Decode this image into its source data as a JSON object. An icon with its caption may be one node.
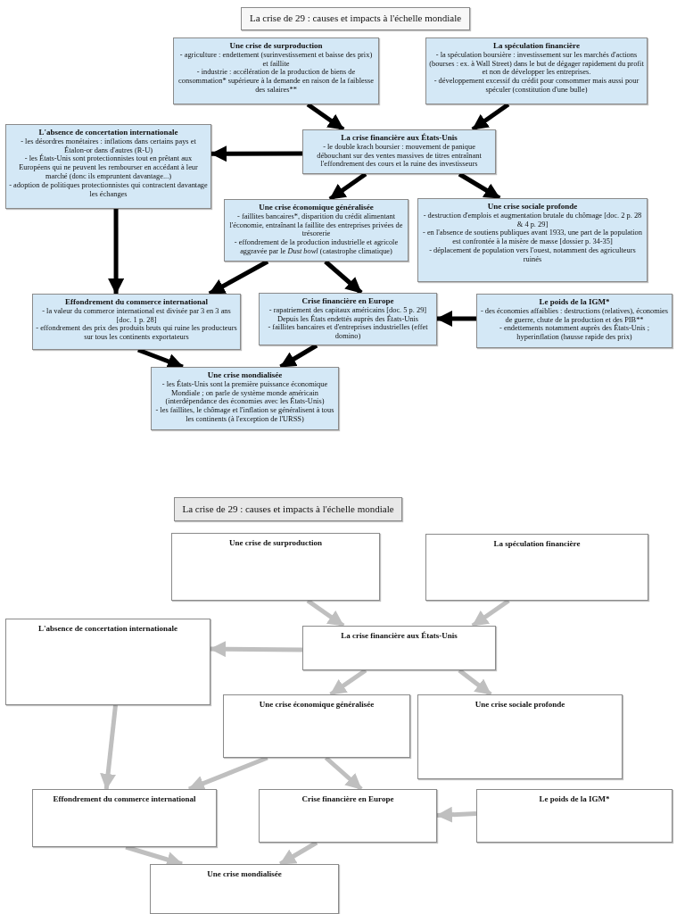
{
  "diagram": {
    "nodes": [
      {
        "text": [
          "La crise de 29 : causes et impacts à l'échelle mondiale"
        ]
      },
      {
        "text": [
          "Une crise de surproduction",
          "- agriculture : endettement (surinvestissement et baisse des prix) et faillite",
          "- industrie : accélération de la production de biens de consommation* supérieure à la demande en raison de la faiblesse des salaires**"
        ]
      },
      {
        "text": [
          "La spéculation financière",
          "- la spéculation boursière : investissement sur les marchés d'actions (bourses : ex. à Wall Street) dans le but de dégager rapidement du profit et non de développer les entreprises.",
          "- développement excessif du crédit pour consommer mais aussi pour spéculer (constitution d'une bulle)"
        ]
      },
      {
        "text": [
          "L'absence de concertation internationale",
          "- les désordres monétaires : inflations dans certains pays et Étalon-or dans d'autres (R-U)",
          "- les États-Unis sont protectionnistes tout en prêtant aux Européens qui ne peuvent les rembourser en accédant à leur marché (donc ils empruntent davantage...)",
          "- adoption de politiques protectionnistes qui contractent davantage les échanges"
        ]
      },
      {
        "text": [
          "La crise financière aux États-Unis",
          "- le double krach boursier : mouvement de panique débouchant sur des ventes massives de titres entraînant l'effondrement des cours et la ruine des investisseurs"
        ]
      },
      {
        "text": [
          "Une crise économique généralisée",
          "- faillites bancaires*, disparition du crédit alimentant l'économie, entraînant la faillite des entreprises privées de trésorerie",
          "- effondrement de la production industrielle et agricole aggravée par le *Dust bowl* (catastrophe climatique)"
        ]
      },
      {
        "text": [
          "Une crise sociale profonde",
          "- destruction d'emplois et augmentation brutale du chômage [doc. 2 p. 28 & 4 p. 29]",
          "- en l'absence de soutiens publiques avant 1933, une part de la population est confrontée à la misère de masse [dossier p. 34-35]",
          "- déplacement de population vers l'ouest, notamment des agriculteurs ruinés"
        ]
      },
      {
        "text": [
          "Effondrement du commerce international",
          "- la valeur du commerce international est divisée par 3 en 3 ans [doc. 1 p. 28]",
          "- effondrement des prix des produits bruts qui ruine les producteurs sur tous les continents exportateurs"
        ]
      },
      {
        "text": [
          "Crise financière en Europe",
          "- rapatriement des capitaux américains [doc. 5 p. 29] Depuis les États endettés auprès des États-Unis",
          "- faillites bancaires et d'entreprises industrielles (effet domino)"
        ]
      },
      {
        "text": [
          "Le poids de la IGM*",
          "- des économies affaiblies : destructions (relatives), économies de guerre, chute de la production et des PIB**",
          "- endettements notamment auprès des États-Unis ; hyperinflation (hausse rapide des prix)"
        ]
      },
      {
        "text": [
          "Une crise mondialisée",
          "- les États-Unis sont la première puissance économique Mondiale ; on parle de système monde américain (interdépendance des économies avec les États-Unis)",
          "- les faillites, le chômage et l'inflation se généralisent à tous les continents (à l'exception de l'URSS)"
        ]
      },
      {
        "text": [
          "La crise de 29 : causes et impacts à l'échelle mondiale"
        ]
      },
      {
        "text": [
          "Une crise de surproduction"
        ]
      },
      {
        "text": [
          "La spéculation financière"
        ]
      },
      {
        "text": [
          "L'absence de concertation internationale"
        ]
      },
      {
        "text": [
          "La crise financière aux États-Unis"
        ]
      },
      {
        "text": [
          "Une crise économique généralisée"
        ]
      },
      {
        "text": [
          "Une crise sociale profonde"
        ]
      },
      {
        "text": [
          "Effondrement du commerce international"
        ]
      },
      {
        "text": [
          "Crise financière en Europe"
        ]
      },
      {
        "text": [
          "Le poids de la IGM*"
        ]
      },
      {
        "text": [
          "Une crise mondialisée"
        ]
      }
    ],
    "edges": [
      {
        "from": 1,
        "to": 4,
        "arrow": "to",
        "color": "#000000"
      },
      {
        "from": 2,
        "to": 4,
        "arrow": "to",
        "color": "#000000"
      },
      {
        "from": 4,
        "to": 3,
        "arrow": "to",
        "color": "#000000"
      },
      {
        "from": 4,
        "to": 5,
        "arrow": "to",
        "color": "#000000"
      },
      {
        "from": 4,
        "to": 6,
        "arrow": "to",
        "color": "#000000"
      },
      {
        "from": 3,
        "to": 7,
        "arrow": "to",
        "color": "#000000"
      },
      {
        "from": 5,
        "to": 7,
        "arrow": "to",
        "color": "#000000"
      },
      {
        "from": 5,
        "to": 8,
        "arrow": "to",
        "color": "#000000"
      },
      {
        "from": 9,
        "to": 8,
        "arrow": "to",
        "color": "#000000"
      },
      {
        "from": 7,
        "to": 10,
        "arrow": "to",
        "color": "#000000"
      },
      {
        "from": 8,
        "to": 10,
        "arrow": "to",
        "color": "#000000"
      },
      {
        "from": 12,
        "to": 15,
        "arrow": "to",
        "color": "#bfbfbf"
      },
      {
        "from": 13,
        "to": 15,
        "arrow": "to",
        "color": "#bfbfbf"
      },
      {
        "from": 15,
        "to": 14,
        "arrow": "to",
        "color": "#bfbfbf"
      },
      {
        "from": 15,
        "to": 16,
        "arrow": "to",
        "color": "#bfbfbf"
      },
      {
        "from": 15,
        "to": 17,
        "arrow": "to",
        "color": "#bfbfbf"
      },
      {
        "from": 14,
        "to": 18,
        "arrow": "to",
        "color": "#bfbfbf"
      },
      {
        "from": 16,
        "to": 18,
        "arrow": "to",
        "color": "#bfbfbf"
      },
      {
        "from": 16,
        "to": 19,
        "arrow": "to",
        "color": "#bfbfbf"
      },
      {
        "from": 20,
        "to": 19,
        "arrow": "to",
        "color": "#bfbfbf"
      },
      {
        "from": 18,
        "to": 21,
        "arrow": "to",
        "color": "#bfbfbf"
      },
      {
        "from": 19,
        "to": 21,
        "arrow": "to",
        "color": "#bfbfbf"
      }
    ]
  }
}
